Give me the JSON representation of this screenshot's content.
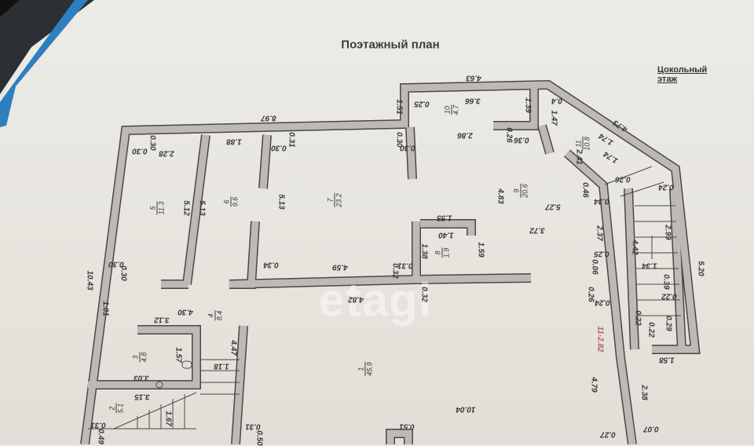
{
  "header": {
    "title": "Поэтажный план",
    "floor": "Цокольный этаж"
  },
  "watermark": "etagi",
  "rooms": [
    {
      "number": "1",
      "area": "45.9"
    },
    {
      "number": "2",
      "area": "5.1"
    },
    {
      "number": "3",
      "area": "4.8"
    },
    {
      "number": "4",
      "area": "8.4"
    },
    {
      "number": "5",
      "area": "11.3"
    },
    {
      "number": "6",
      "area": "9.6"
    },
    {
      "number": "7",
      "area": "23.2"
    },
    {
      "number": "8",
      "area": "1.9"
    },
    {
      "number": "9",
      "area": "20.6"
    },
    {
      "number": "10",
      "area": "4.7"
    },
    {
      "number": "11",
      "area": "10.8"
    }
  ],
  "dimensions": [
    "8.97",
    "1.51",
    "4.63",
    "4.73",
    "2.28",
    "1.88",
    "0.30",
    "0.30",
    "0.31",
    "0.30",
    "0.30",
    "0.30",
    "0.25",
    "3.66",
    "1.39",
    "0.4",
    "1.47",
    "2.86",
    "0.36",
    "0.26",
    "5.13",
    "5.12",
    "5.13",
    "4.83",
    "5.27",
    "3.72",
    "1.55",
    "1.40",
    "1.38",
    "1.59",
    "0.34",
    "4.59",
    "0.32",
    "0.31",
    "4.82",
    "0.32",
    "10.43",
    "0.30",
    "0.30",
    "1.01",
    "4.30",
    "3.12",
    "1.57",
    "3.03",
    "3.15",
    "1.18",
    "4.47",
    "1.67",
    "0.31",
    "0.31",
    "0.51",
    "10.04",
    "2.41",
    "1.74",
    "1.74",
    "0.46",
    "0.26",
    "0.24",
    "0.34",
    "2.37",
    "0.25",
    "0.06",
    "4.42",
    "2.99",
    "1.34",
    "0.39",
    "0.22",
    "0.26",
    "0.24",
    "0.22",
    "0.22",
    "0.29",
    "1.58",
    "5.20",
    "4.79",
    "2.38",
    "0.27",
    "0.07",
    "0.49",
    "0.50",
    "11-2.82"
  ]
}
